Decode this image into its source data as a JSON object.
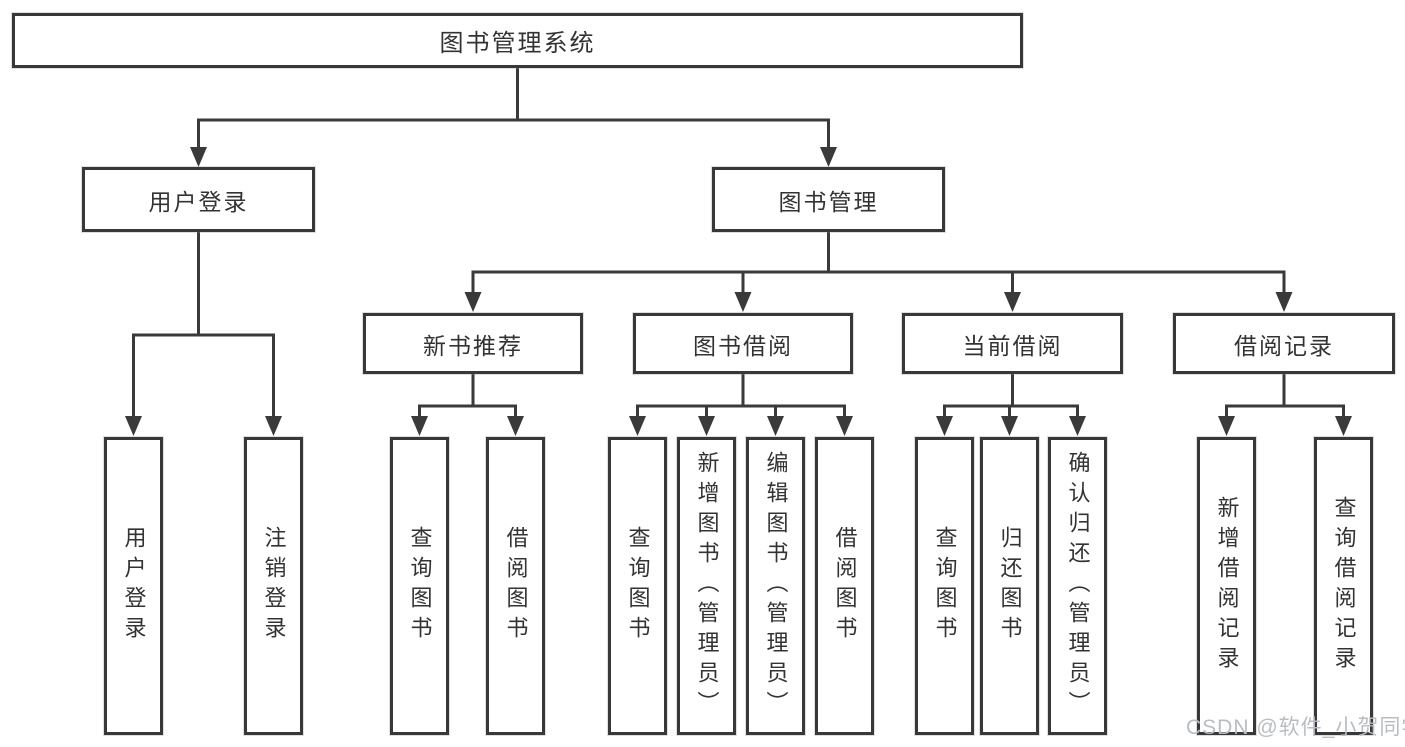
{
  "diagram": {
    "root": "图书管理系统",
    "user_login": {
      "label": "用户登录",
      "children": [
        "用户登录",
        "注销登录"
      ]
    },
    "book_management": {
      "label": "图书管理",
      "sections": {
        "new_book": {
          "label": "新书推荐",
          "children": [
            "查询图书",
            "借阅图书"
          ]
        },
        "book_borrow": {
          "label": "图书借阅",
          "children": [
            "查询图书",
            "新增图书（管理员）",
            "编辑图书（管理员）",
            "借阅图书"
          ]
        },
        "current_borrow": {
          "label": "当前借阅",
          "children": [
            "查询图书",
            "归还图书",
            "确认归还（管理员）"
          ]
        },
        "borrow_records": {
          "label": "借阅记录",
          "children": [
            "新增借阅记录",
            "查询借阅记录"
          ]
        }
      }
    }
  },
  "watermark": "CSDN @软件_小贺同学",
  "colors": {
    "line": "#3a3a3a",
    "text": "#333333",
    "watermark": "#b9bdc3",
    "background": "#ffffff"
  }
}
